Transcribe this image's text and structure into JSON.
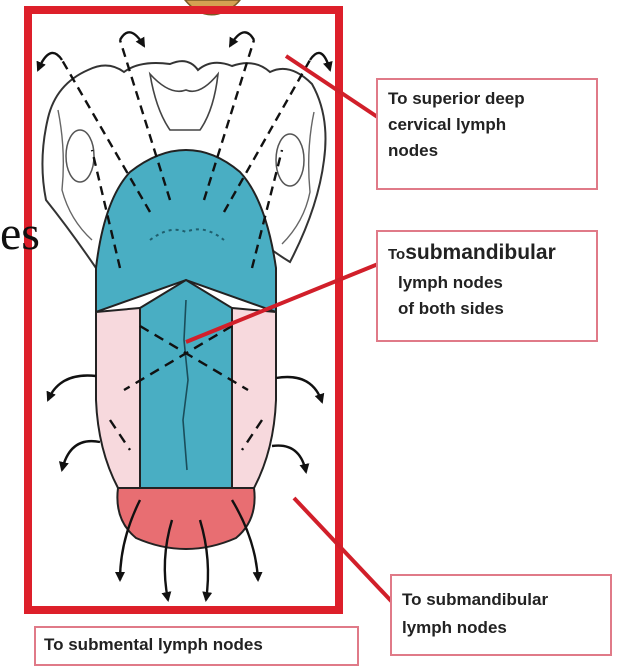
{
  "labels": {
    "superior_deep": [
      "To superior deep",
      "cervical lymph",
      "nodes"
    ],
    "submandibular_both": {
      "prefix": "To",
      "main": "submandibular",
      "line2": "lymph nodes",
      "line3": "of both sides"
    },
    "submandibular_lower": [
      "To submandibular",
      "lymph nodes"
    ],
    "submental": "To submental lymph nodes"
  },
  "fragment_text": "es",
  "colors": {
    "frame_red": "#dd1f2a",
    "tongue_blue": "#49aec3",
    "tongue_pink": "#f7d9dd",
    "tip_red": "#e86e72",
    "label_border": "#e07a88",
    "line": "#111111"
  }
}
